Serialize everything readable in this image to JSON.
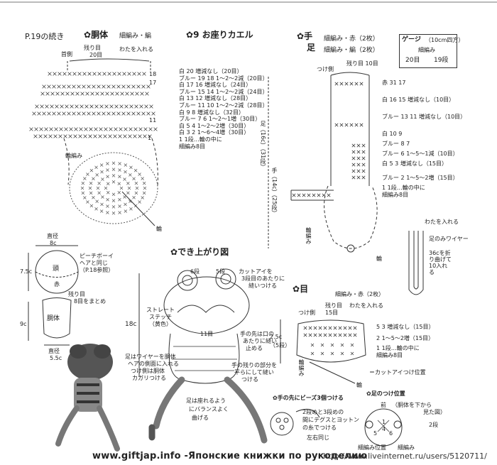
{
  "page_ref": "P.19の続き",
  "body_section": {
    "title": "胴体",
    "yarn": "細編み・編",
    "neck_label": "首側",
    "stitches_label": "残り目",
    "stitches_count": "20目",
    "cotton_note": "わたを入れる",
    "round_label": "輪編み",
    "row_numbers": [
      "18",
      "17",
      "11",
      "1"
    ],
    "knot": "輪"
  },
  "frog_section": {
    "title": "9 お座りカエル",
    "rows": [
      {
        "color": "白",
        "rng": "20",
        "text": "増減なし（20目）"
      },
      {
        "color": "ブルー",
        "rng": "19 18",
        "text": "1〜2〜2減（20目）"
      },
      {
        "color": "白",
        "rng": "17 16",
        "text": "増減なし（24目）"
      },
      {
        "color": "ブルー",
        "rng": "15 14",
        "text": "1〜2〜2減（24目）"
      },
      {
        "color": "白",
        "rng": "13 12",
        "text": "増減なし（28目）"
      },
      {
        "color": "ブルー",
        "rng": "11 10",
        "text": "1〜2〜2減（28目）"
      },
      {
        "color": "白",
        "rng": "9 8",
        "text": "増減なし（32目）"
      },
      {
        "color": "ブルー",
        "rng": "7 6",
        "text": "1〜2〜1増（30目）"
      },
      {
        "color": "白",
        "rng": "5 4",
        "text": "1〜2〜2増（30目）"
      },
      {
        "color": "白",
        "rng": "3 2",
        "text": "1〜6〜4増（30目）"
      },
      {
        "color": "",
        "rng": "1",
        "text": "1段…輪の中に"
      },
      {
        "color": "",
        "rng": "",
        "text": "細編み8目"
      }
    ],
    "foot_label": "足（16c）",
    "foot_rows": "（31段）",
    "hand_label": "手（14c）",
    "hand_rows": "（25段）"
  },
  "hand_foot": {
    "hand_title": "手",
    "foot_title": "足",
    "hand_yarn": "細編み・赤（2枚）",
    "foot_yarn": "細編み・編（2枚）",
    "stitches_label": "残り目",
    "stitches_count": "10目",
    "tip_label": "つけ側",
    "rows": [
      {
        "color": "赤",
        "rng": "31 17",
        "text": ""
      },
      {
        "color": "白",
        "rng": "16 15",
        "text": "増減なし（10目）"
      },
      {
        "color": "ブルー",
        "rng": "13 11",
        "text": "増減なし（10目）"
      },
      {
        "color": "白",
        "rng": "10 9",
        "text": ""
      },
      {
        "color": "ブルー",
        "rng": "8 7",
        "text": ""
      },
      {
        "color": "ブルー",
        "rng": "6",
        "text": "1〜5〜1減（10目）"
      },
      {
        "color": "白",
        "rng": "5 3",
        "text": "増減なし（15目）"
      },
      {
        "color": "ブルー",
        "rng": "2",
        "text": "1〜5〜2増（15目）"
      },
      {
        "color": "",
        "rng": "1",
        "text": "1段…輪の中に"
      },
      {
        "color": "",
        "rng": "",
        "text": "細編み8目"
      }
    ],
    "round_label": "輪編み",
    "knot": "輪",
    "wire_label": "足のみワイヤー",
    "wire_note": "36cを折り曲げて10入れる",
    "cotton_note": "わたを入れる"
  },
  "gauge": {
    "title": "ゲージ",
    "area": "（10cm四方）",
    "pattern": "細編み",
    "stitches": "20目",
    "rows": "19段"
  },
  "head_diagram": {
    "diameter_label": "直径",
    "diameter_value": "8c",
    "height_value": "7.5c",
    "face_label": "頭",
    "note_1": "ピーチボーイ",
    "note_2": "ヘアと同じ",
    "note_3": "（P.18参照）",
    "red_label": "赤",
    "body_height": "9c",
    "body_label": "胴体",
    "body_note_1": "残り目",
    "body_note_2": "8目をまとめ",
    "body_diameter_label": "直径",
    "body_diameter_value": "5.5c"
  },
  "finished": {
    "title": "でき上がり図",
    "row6": "6段",
    "row5": "5段",
    "eye_note_1": "カットアイを",
    "eye_note_2": "3段目のあたりに",
    "eye_note_3": "縫いつける",
    "straight_1": "ストレート",
    "straight_2": "ステッチ",
    "straight_3": "（黄色）",
    "height_label": "18c",
    "count_label": "11目",
    "hand_note_1": "手の先は口の",
    "hand_note_2": "あたりに縫い",
    "hand_note_3": "止める",
    "hand_note_4": "手の残りの部分を",
    "hand_note_5": "平らにして縫い",
    "hand_note_6": "つける",
    "foot_note_1": "足はワイヤーを胴体",
    "foot_note_2": "ヘアの側面に入れる",
    "foot_note_3": "つけ側は胴体",
    "foot_note_4": "カガリつける",
    "foot_note_5": "足は座れるよう",
    "foot_note_6": "にバランスよく",
    "foot_note_7": "曲げる"
  },
  "eye": {
    "title": "目",
    "yarn": "細編み・赤（2枚）",
    "stitches_label": "残り目",
    "stitches_count": "15目",
    "attach_label": "つけ側",
    "cotton_note": "わたを入れる",
    "height_value": "2.5c",
    "rows_value": "（5段）",
    "rows": [
      {
        "rng": "5 3",
        "text": "増減なし（15目）"
      },
      {
        "rng": "2",
        "text": "1〜5〜2増（15目）"
      },
      {
        "rng": "1",
        "text": "1段…輪の中に"
      },
      {
        "rng": "",
        "text": "細編み8目"
      }
    ],
    "round_label": "輪編み",
    "cut_eye_note": "＝カットアイつけ位置",
    "knot": "輪"
  },
  "beads": {
    "title": "手の先にビーズ3個つける",
    "note_1": "2段めと3段めの",
    "note_2": "間にテグスとヨットン",
    "note_3": "の糸でつける",
    "note_4": "左右同じ"
  },
  "foot_position": {
    "title": "足のつけ位置",
    "front": "前",
    "front_note": "（胴体を下から",
    "front_note_2": "見た図）",
    "row_label": "2段",
    "pos_a": "1",
    "pos_b": "4",
    "pos_c": "5",
    "pos_d": "6",
    "stitch_note": "細編み位置",
    "end_note": "細編み"
  },
  "footer": {
    "site": "www.giftjap.info -Японские книжки по рукоделию",
    "overlay": "http://www.liveinternet.ru/users/5120711/"
  }
}
